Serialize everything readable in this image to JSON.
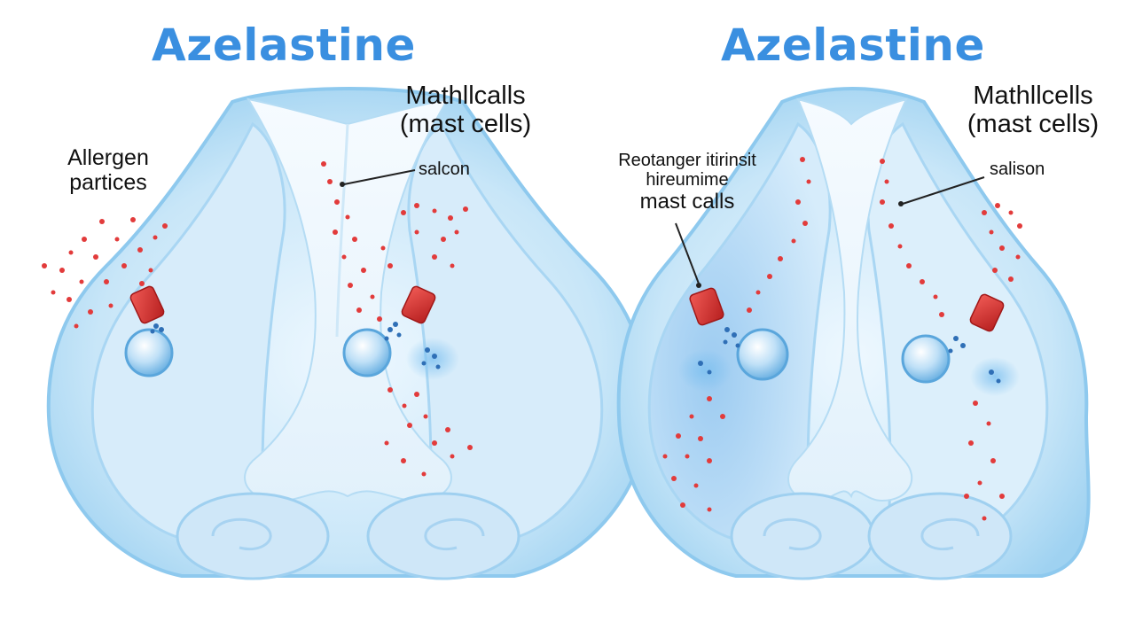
{
  "left_panel": {
    "title": "Azelastine",
    "mast_label": {
      "line1": "Mathllcalls",
      "line2": "(mast cells)"
    },
    "allergen_label": {
      "line1": "Allergen",
      "line2": "partices"
    },
    "callout_label": "salcon"
  },
  "right_panel": {
    "title": "Azelastine",
    "mast_label": {
      "line1": "Mathllcells",
      "line2": "(mast cells)"
    },
    "receptor_label": {
      "line1": "Reotanger itirinsit",
      "line2": "hireumime",
      "line3": "mast calls"
    },
    "callout_label": "salison"
  },
  "colors": {
    "title_blue": "#3a8fe0",
    "tissue_light": "#dff0fb",
    "tissue_mid": "#b9ddf5",
    "tissue_edge": "#8ec9ee",
    "particle_red": "#e23b3b",
    "receptor_red": "#d8302f",
    "antihistamine_blue": "#2f6fb6"
  }
}
